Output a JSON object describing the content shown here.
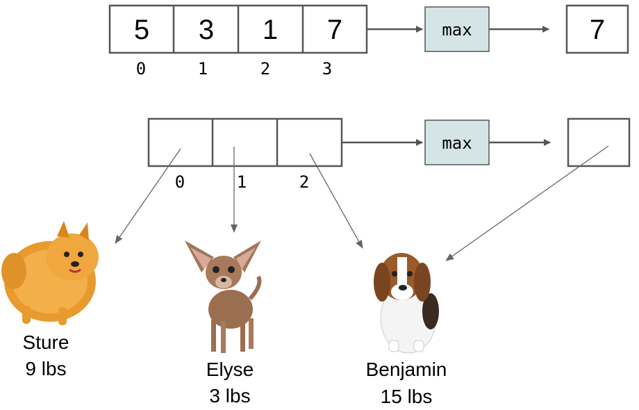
{
  "top_example": {
    "cells": [
      "5",
      "3",
      "1",
      "7"
    ],
    "indices": [
      "0",
      "1",
      "2",
      "3"
    ],
    "function": "max",
    "result": "7"
  },
  "bottom_example": {
    "indices": [
      "0",
      "1",
      "2"
    ],
    "function": "max"
  },
  "dogs": [
    {
      "name": "Sture",
      "weight": "9 lbs",
      "icon": "pomeranian-icon"
    },
    {
      "name": "Elyse",
      "weight": "3 lbs",
      "icon": "chihuahua-icon"
    },
    {
      "name": "Benjamin",
      "weight": "15 lbs",
      "icon": "beagle-icon"
    }
  ],
  "colors": {
    "function_box": "#d5e5e7",
    "stroke": "#555555"
  }
}
